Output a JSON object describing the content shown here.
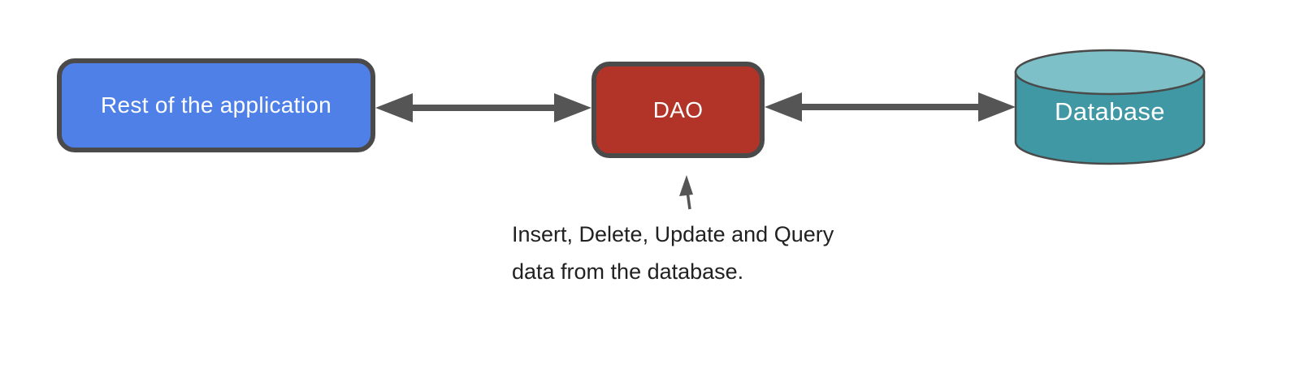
{
  "colors": {
    "background": "#ffffff",
    "node_border": "#4a4a4a",
    "arrow": "#555555",
    "annotation_text": "#212121"
  },
  "nodes": {
    "rest_of_application": {
      "label": "Rest of the application",
      "fill": "#4f80e8",
      "text_color": "#ffffff",
      "shape": "rounded-rect"
    },
    "dao": {
      "label": "DAO",
      "fill": "#b23327",
      "text_color": "#ffffff",
      "shape": "rounded-rect"
    },
    "database": {
      "label": "Database",
      "fill": "#3f98a3",
      "top_fill": "#7ec0c8",
      "text_color": "#ffffff",
      "shape": "cylinder"
    }
  },
  "connectors": [
    {
      "from": "rest_of_application",
      "to": "dao",
      "style": "double-headed-arrow"
    },
    {
      "from": "dao",
      "to": "database",
      "style": "double-headed-arrow"
    }
  ],
  "annotation": {
    "points_to": "dao",
    "line1": "Insert, Delete, Update and Query",
    "line2": "data from the database."
  }
}
